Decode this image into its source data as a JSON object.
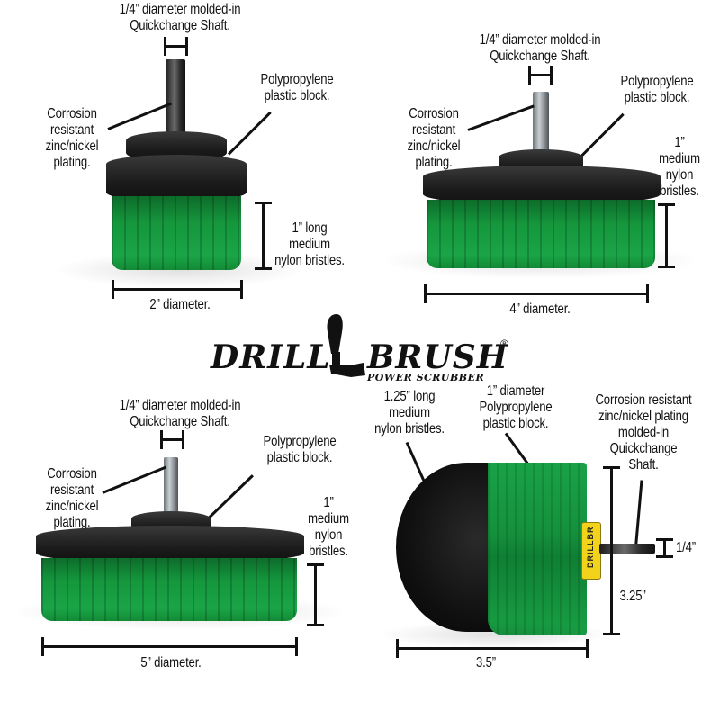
{
  "logo": {
    "word_left": "DRILL",
    "word_right": "BRUSH",
    "registered": "®",
    "tagline": "POWER SCRUBBER"
  },
  "panels": [
    {
      "id": "brush-2in",
      "shaft_label": [
        "1/4” diameter molded-in",
        "Quickchange Shaft."
      ],
      "plating_label": [
        "Corrosion",
        "resistant",
        "zinc/nickel",
        "plating."
      ],
      "block_label": [
        "Polypropylene",
        "plastic block."
      ],
      "bristle_label": [
        "1” long",
        "medium",
        "nylon bristles."
      ],
      "diameter_label": "2” diameter."
    },
    {
      "id": "brush-4in",
      "shaft_label": [
        "1/4” diameter molded-in",
        "Quickchange Shaft."
      ],
      "plating_label": [
        "Corrosion",
        "resistant",
        "zinc/nickel",
        "plating."
      ],
      "block_label": [
        "Polypropylene",
        "plastic block."
      ],
      "bristle_label": [
        "1”",
        "medium",
        "nylon",
        "bristles."
      ],
      "diameter_label": "4” diameter."
    },
    {
      "id": "brush-5in",
      "shaft_label": [
        "1/4” diameter molded-in",
        "Quickchange Shaft."
      ],
      "plating_label": [
        "Corrosion",
        "resistant",
        "zinc/nickel",
        "plating."
      ],
      "block_label": [
        "Polypropylene",
        "plastic block."
      ],
      "bristle_label": [
        "1”",
        "medium",
        "nylon",
        "bristles."
      ],
      "diameter_label": "5” diameter."
    },
    {
      "id": "brush-cone",
      "bristle_label": [
        "1.25” long",
        "medium",
        "nylon bristles."
      ],
      "block_label": [
        "1” diameter",
        "Polypropylene",
        "plastic block."
      ],
      "shaft_label": [
        "Corrosion resistant",
        "zinc/nickel plating",
        "molded-in",
        "Quickchange",
        "Shaft."
      ],
      "shaft_dim_label": "1/4”",
      "height_label": "3.25”",
      "width_label": "3.5”",
      "ferrule_text": "DRILLBR"
    }
  ],
  "colors": {
    "bristle_green": "#15963c",
    "bristle_black": "#141414",
    "block_black": "#1b1b1b",
    "ferrule_yellow": "#f2d21b",
    "text": "#111111"
  }
}
